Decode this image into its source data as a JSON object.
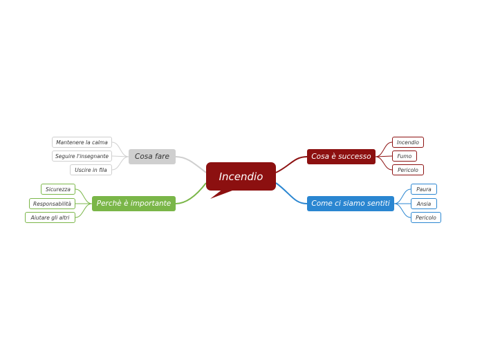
{
  "center": {
    "label": "Incendio",
    "color": "#8c1010"
  },
  "branches": {
    "successo": {
      "label": "Cosa è successo",
      "color": "#8c1010",
      "leaves": [
        "Incendio",
        "Fumo",
        "Pericolo"
      ]
    },
    "sentiti": {
      "label": "Come ci siamo sentiti",
      "color": "#2a86d1",
      "leaves": [
        "Paura",
        "Ansia",
        "Pericolo"
      ]
    },
    "fare": {
      "label": "Cosa fare",
      "color": "#cfcfcf",
      "leaves": [
        "Mantenere la calma",
        "Seguire l'insegnante",
        "Uscire in fila"
      ]
    },
    "importante": {
      "label": "Perchè è importante",
      "color": "#7ab648",
      "leaves": [
        "Sicurezza",
        "Responsabilità",
        "Aiutare gli altri"
      ]
    }
  }
}
